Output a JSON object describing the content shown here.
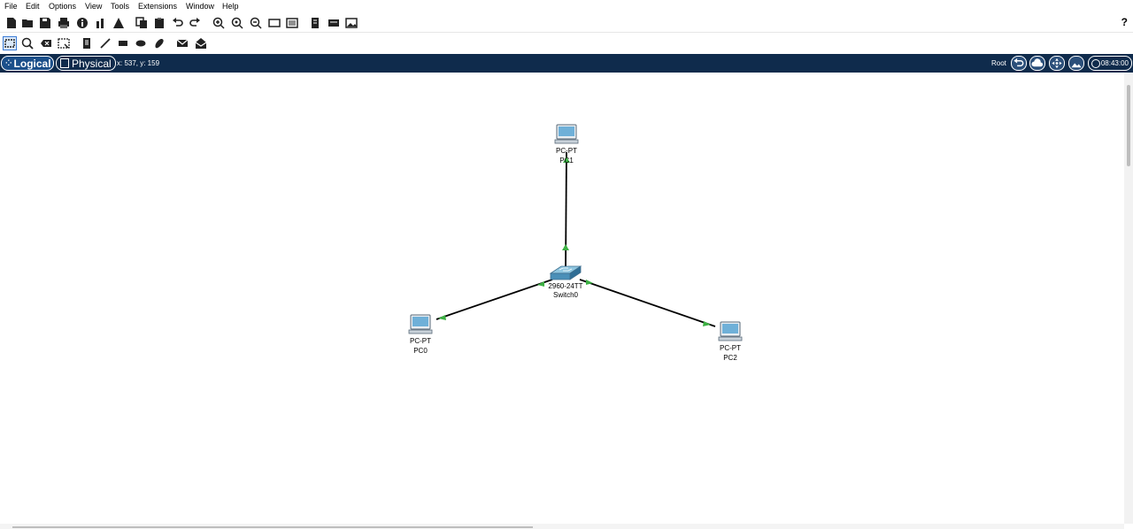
{
  "menu": [
    "File",
    "Edit",
    "Options",
    "View",
    "Tools",
    "Extensions",
    "Window",
    "Help"
  ],
  "help": "?",
  "tabs": {
    "logical": "Logical",
    "physical": "Physical"
  },
  "coords": "x: 537, y: 159",
  "root": "Root",
  "clock": "08:43:00",
  "devices": {
    "pc1": {
      "model": "PC-PT",
      "name": "PC1"
    },
    "pc0": {
      "model": "PC-PT",
      "name": "PC0"
    },
    "pc2": {
      "model": "PC-PT",
      "name": "PC2"
    },
    "switch0": {
      "model": "2960-24TT",
      "name": "Switch0"
    }
  },
  "colors": {
    "tabbar": "#0f2b4c",
    "link": "#000000",
    "port_up": "#3cb043",
    "device": "#4a8fb8"
  },
  "icons": {
    "toolbar1": [
      "new-file-icon",
      "open-folder-icon",
      "save-icon",
      "print-icon",
      "info-icon",
      "network-wizard-icon",
      "activity-wizard-icon",
      "copy-icon",
      "paste-icon",
      "undo-icon",
      "redo-icon",
      "zoom-in-icon",
      "zoom-reset-icon",
      "zoom-out-icon",
      "drawing-palette-icon",
      "custom-devices-icon",
      "cluster-icon",
      "viewport-icon",
      "image-icon"
    ],
    "toolbar2": [
      "select-icon",
      "inspect-icon",
      "delete-icon",
      "resize-icon",
      "note-icon",
      "line-icon",
      "rectangle-icon",
      "ellipse-icon",
      "freeform-icon",
      "simple-pdu-icon",
      "complex-pdu-icon"
    ]
  }
}
